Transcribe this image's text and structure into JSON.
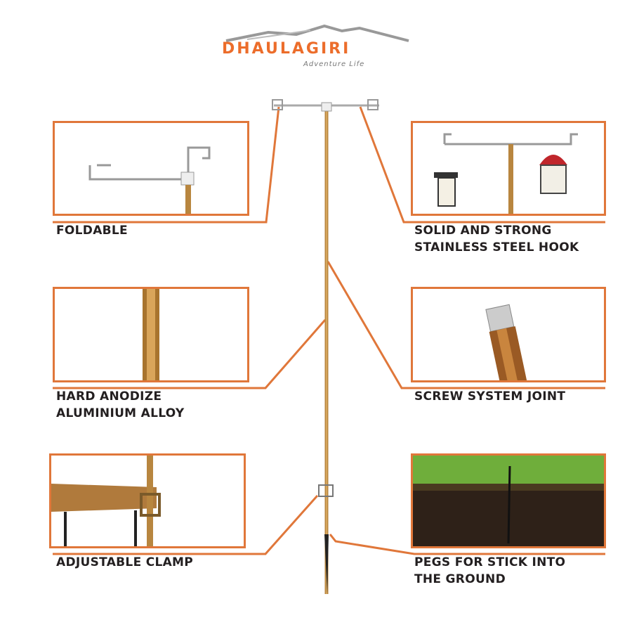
{
  "brand": {
    "name": "DHAULAGIRI",
    "tagline": "Adventure Life"
  },
  "features": [
    {
      "label": "FOLDABLE"
    },
    {
      "label": "SOLID AND STRONG\nSTAINLESS STEEL HOOK"
    },
    {
      "label": "HARD ANODIZE\nALUMINIUM ALLOY"
    },
    {
      "label": "SCREW SYSTEM JOINT"
    },
    {
      "label": "ADJUSTABLE CLAMP"
    },
    {
      "label": "PEGS FOR STICK INTO\nTHE GROUND"
    }
  ],
  "colors": {
    "accent": "#e0773a",
    "pole": "#b8863f",
    "text": "#231f20"
  }
}
